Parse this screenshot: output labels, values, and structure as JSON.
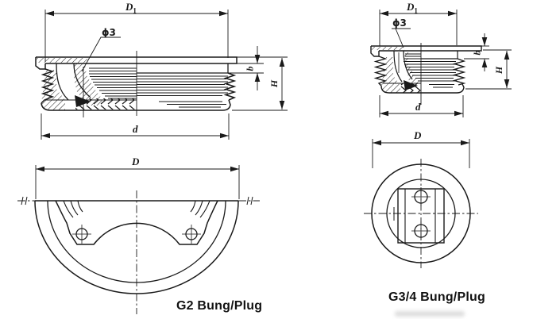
{
  "captions": {
    "g2": "G2 Bung/Plug",
    "g34": "G3/4 Bung/Plug"
  },
  "dims": {
    "flange_dia_main": "D",
    "flange_dia_sub": "1",
    "hole_dia": "ϕ3",
    "collar_height": "b",
    "total_height": "H",
    "thread_dia": "d",
    "outer_dia": "D"
  },
  "colors": {
    "line": "#1a1a1a",
    "background": "#ffffff"
  }
}
